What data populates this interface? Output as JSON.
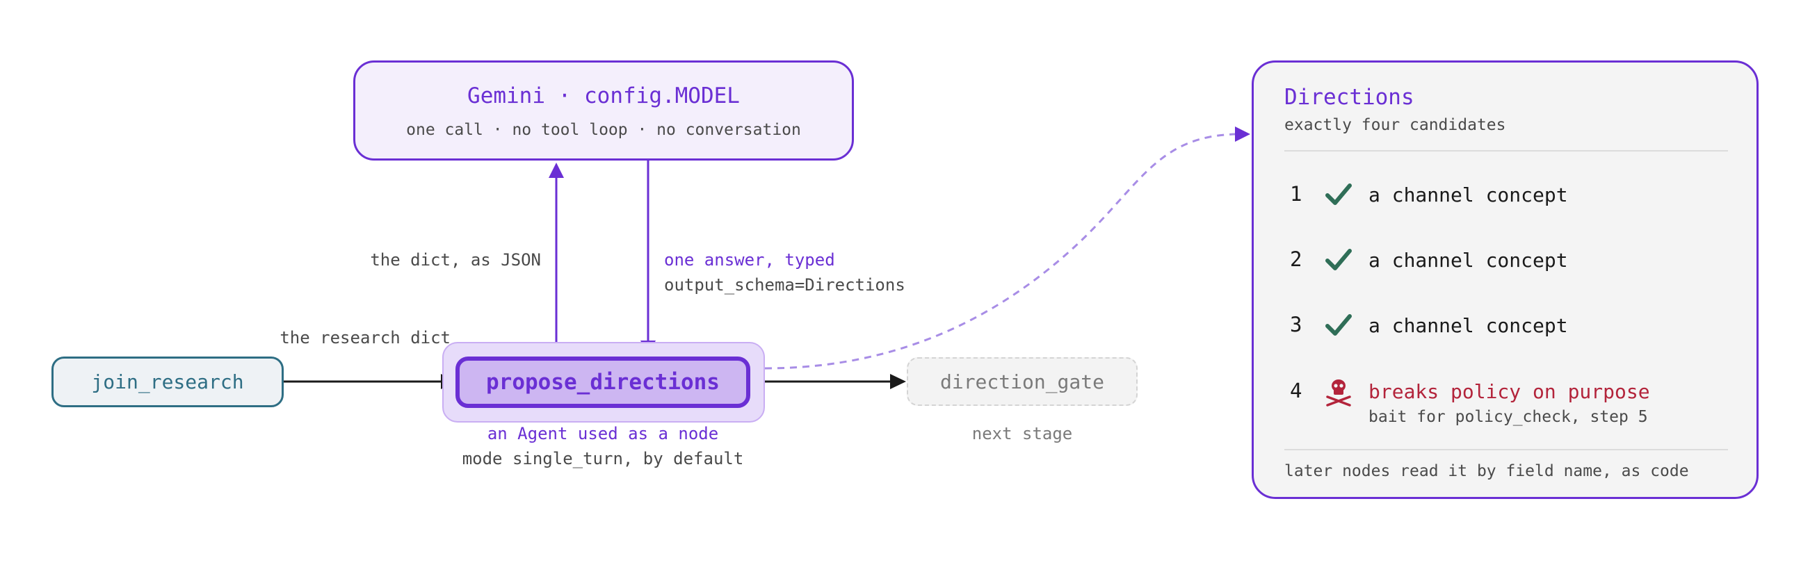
{
  "model": {
    "title": "Gemini · config.MODEL",
    "subtitle": "one call · no tool loop · no conversation"
  },
  "edges": {
    "up_label": "the dict, as JSON",
    "down_label": "one answer, typed",
    "down_sublabel": "output_schema=Directions",
    "input_label": "the research dict"
  },
  "nodes": {
    "join": "join_research",
    "propose": "propose_directions",
    "propose_caption": "an Agent used as a node",
    "propose_sub": "mode single_turn, by default",
    "gate": "direction_gate",
    "gate_caption": "next stage"
  },
  "panel": {
    "title": "Directions",
    "subtitle": "exactly four candidates",
    "rows": [
      {
        "num": "1",
        "text": "a channel concept",
        "icon": "check-icon"
      },
      {
        "num": "2",
        "text": "a channel concept",
        "icon": "check-icon"
      },
      {
        "num": "3",
        "text": "a channel concept",
        "icon": "check-icon"
      },
      {
        "num": "4",
        "text": "breaks policy on purpose",
        "note": "bait for policy_check, step 5",
        "icon": "skull-icon"
      }
    ],
    "footer": "later nodes read it by field name, as code"
  },
  "colors": {
    "accent": "#6a2fd4",
    "teal": "#2e6e84",
    "check": "#2f6e57",
    "danger": "#b3243b",
    "dashed_link": "#a88de6"
  }
}
